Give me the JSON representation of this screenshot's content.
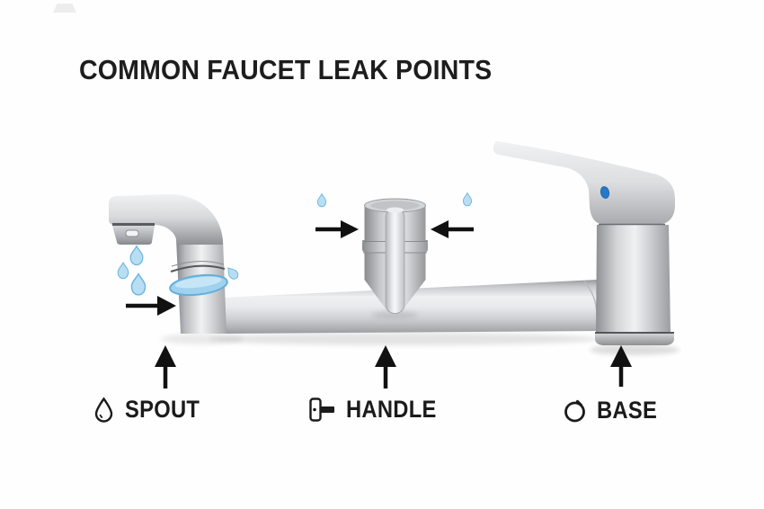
{
  "title": "COMMON FAUCET LEAK POINTS",
  "legend": {
    "items": [
      {
        "id": "spout",
        "label": "SPOUT",
        "icon": "droplet-icon"
      },
      {
        "id": "handle",
        "label": "HANDLE",
        "icon": "lever-icon"
      },
      {
        "id": "base",
        "label": "BASE",
        "icon": "dial-icon"
      }
    ]
  },
  "diagram": {
    "subject": "kitchen-faucet-side-view",
    "leak_points": [
      "spout",
      "handle",
      "base"
    ],
    "colors": {
      "background": "#fefefe",
      "text": "#1d1d1d",
      "arrow": "#111111",
      "metal_light": "#f1f2f3",
      "metal_dark": "#8e9093",
      "leak_band": "#9fd2ef",
      "leak_band_edge": "#66aed8",
      "droplet_fill": "#b8def4",
      "droplet_edge": "#6db4de",
      "indicator_dot": "#2878c8"
    }
  }
}
